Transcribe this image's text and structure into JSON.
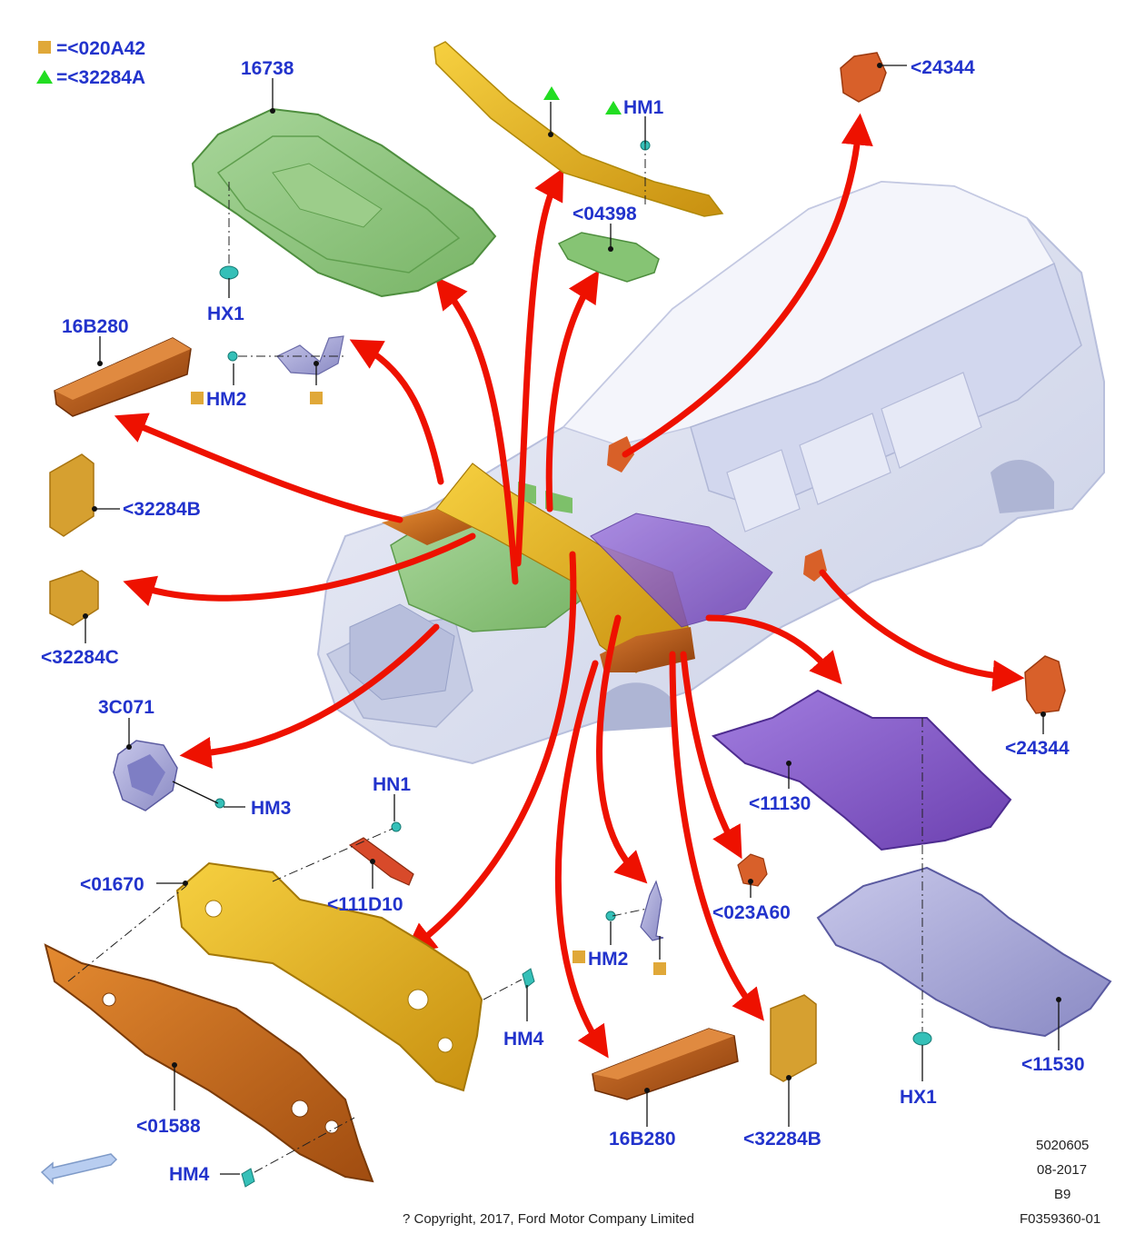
{
  "legend": {
    "items": [
      {
        "symbol": "square",
        "color": "#e0a838",
        "text": "=<020A42"
      },
      {
        "symbol": "triangle",
        "color": "#22dd22",
        "text": "=<32284A"
      }
    ]
  },
  "labels": {
    "l_16738": "16738",
    "l_hx1_top": "HX1",
    "l_16b280_top": "16B280",
    "l_hm2_top": "HM2",
    "l_32284b_left": "<32284B",
    "l_32284c": "<32284C",
    "l_3c071": "3C071",
    "l_hm3": "HM3",
    "l_hn1": "HN1",
    "l_01670": "<01670",
    "l_111d10": "<111D10",
    "l_01588": "<01588",
    "l_hm4_bottom": "HM4",
    "l_hm4_mid": "HM4",
    "l_hm1": "HM1",
    "l_04398": "<04398",
    "l_24344_top": "<24344",
    "l_24344_right": "<24344",
    "l_11130": "<11130",
    "l_023a60": "<023A60",
    "l_hm2_mid": "HM2",
    "l_16b280_bottom": "16B280",
    "l_32284b_bottom": "<32284B",
    "l_hx1_bottom": "HX1",
    "l_11530": "<11530"
  },
  "meta": {
    "code": "5020605",
    "date": "08-2017",
    "rev": "B9",
    "ref": "F0359360-01",
    "copyright": "? Copyright, 2017, Ford Motor Company Limited"
  },
  "colors": {
    "label_blue": "#2233cc",
    "arrow_red": "#ee1100",
    "insulator_green": "#8fc67c",
    "yellow_part": "#e8b820",
    "orange_part": "#c8661a",
    "purple_part": "#8a5cc8",
    "lavender_part": "#a0a0d8",
    "car_body": "#dde2f2",
    "fastener_teal": "#35c0b8"
  },
  "icons": {
    "direction_arrow": "front-direction-arrow-icon"
  }
}
